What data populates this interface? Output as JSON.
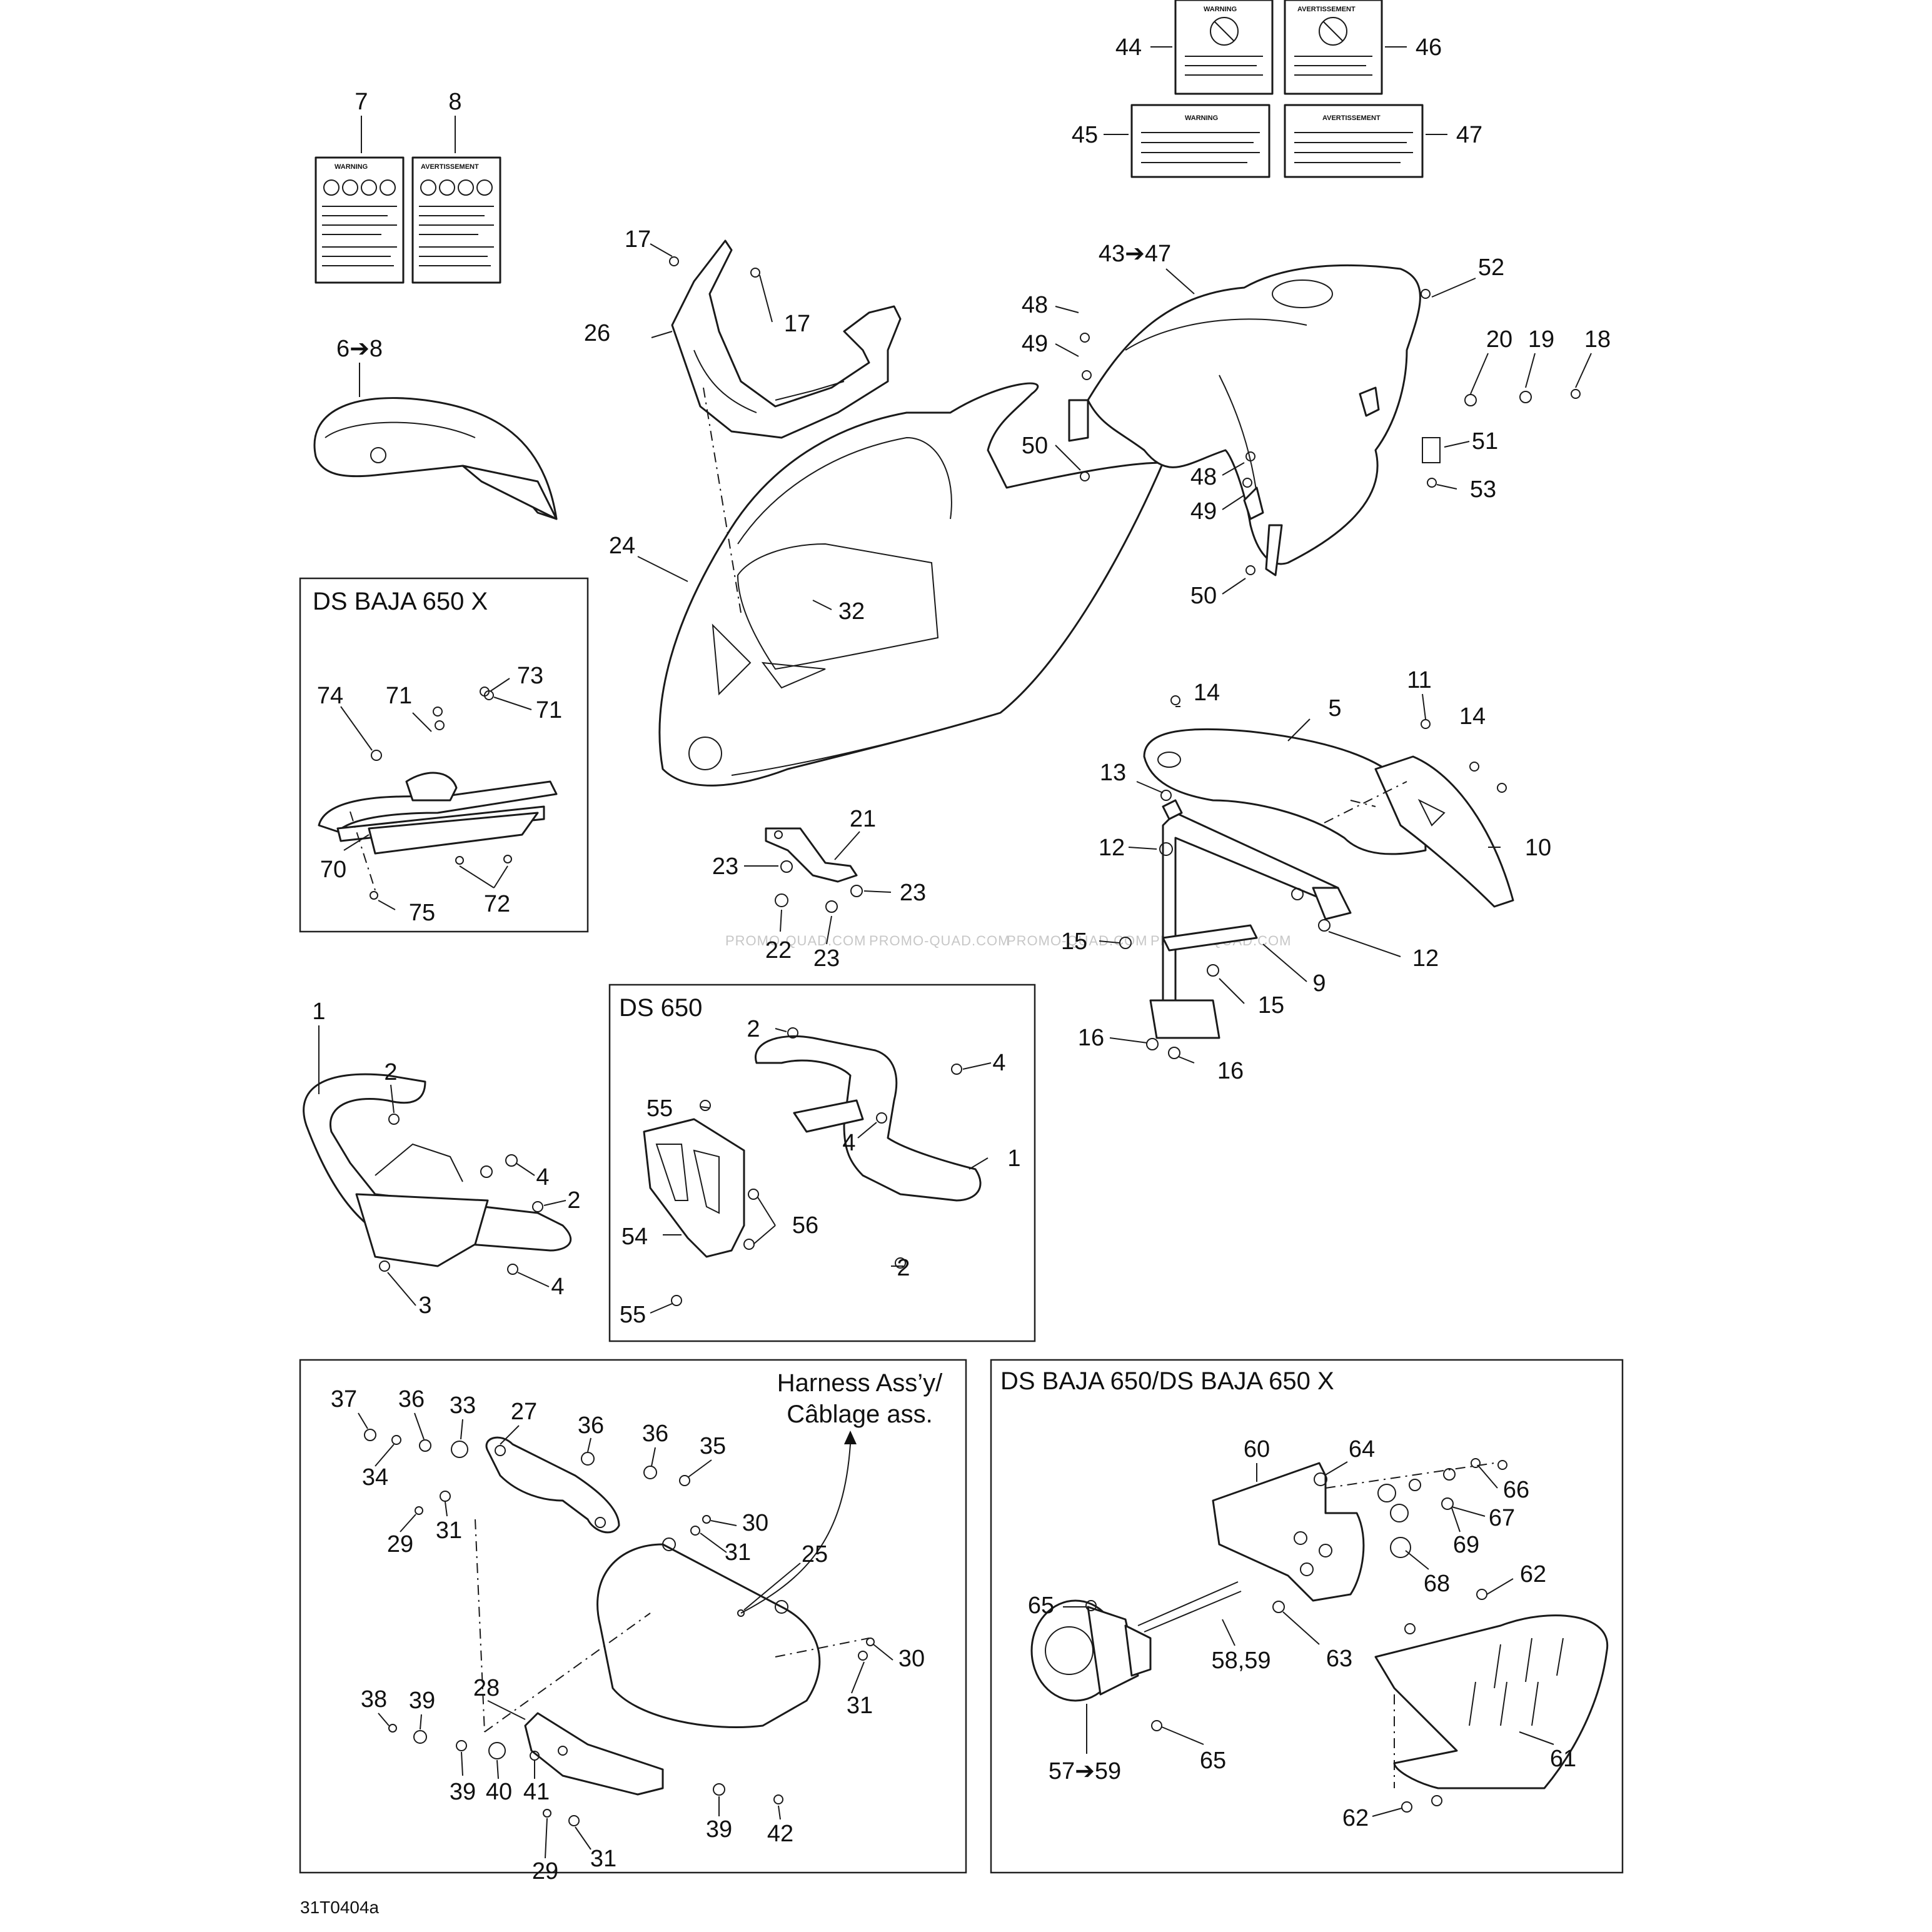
{
  "drawing_code": "31T0404a",
  "watermark": "PROMO-QUAD.COM",
  "labels": [
    {
      "id": "l7",
      "text": "7"
    },
    {
      "id": "l8",
      "text": "8"
    },
    {
      "id": "l6_8",
      "text": "6➔8"
    },
    {
      "id": "l17a",
      "text": "17"
    },
    {
      "id": "l17b",
      "text": "17"
    },
    {
      "id": "l26",
      "text": "26"
    },
    {
      "id": "l24",
      "text": "24"
    },
    {
      "id": "l32",
      "text": "32"
    },
    {
      "id": "l44",
      "text": "44"
    },
    {
      "id": "l46",
      "text": "46"
    },
    {
      "id": "l45",
      "text": "45"
    },
    {
      "id": "l47",
      "text": "47"
    },
    {
      "id": "l43_47",
      "text": "43➔47"
    },
    {
      "id": "l48a",
      "text": "48"
    },
    {
      "id": "l49a",
      "text": "49"
    },
    {
      "id": "l50a",
      "text": "50"
    },
    {
      "id": "l48b",
      "text": "48"
    },
    {
      "id": "l49b",
      "text": "49"
    },
    {
      "id": "l50b",
      "text": "50"
    },
    {
      "id": "l52",
      "text": "52"
    },
    {
      "id": "l20",
      "text": "20"
    },
    {
      "id": "l19",
      "text": "19"
    },
    {
      "id": "l18",
      "text": "18"
    },
    {
      "id": "l51",
      "text": "51"
    },
    {
      "id": "l53",
      "text": "53"
    },
    {
      "id": "l74",
      "text": "74"
    },
    {
      "id": "l71a",
      "text": "71"
    },
    {
      "id": "l73",
      "text": "73"
    },
    {
      "id": "l71b",
      "text": "71"
    },
    {
      "id": "l70",
      "text": "70"
    },
    {
      "id": "l72",
      "text": "72"
    },
    {
      "id": "l75",
      "text": "75"
    },
    {
      "id": "l21",
      "text": "21"
    },
    {
      "id": "l23a",
      "text": "23"
    },
    {
      "id": "l23b",
      "text": "23"
    },
    {
      "id": "l22",
      "text": "22"
    },
    {
      "id": "l23c",
      "text": "23"
    },
    {
      "id": "l14a",
      "text": "14"
    },
    {
      "id": "l5",
      "text": "5"
    },
    {
      "id": "l11",
      "text": "11"
    },
    {
      "id": "l14b",
      "text": "14"
    },
    {
      "id": "l13",
      "text": "13"
    },
    {
      "id": "l12a",
      "text": "12"
    },
    {
      "id": "l10",
      "text": "10"
    },
    {
      "id": "l12b",
      "text": "12"
    },
    {
      "id": "l15a",
      "text": "15"
    },
    {
      "id": "l9",
      "text": "9"
    },
    {
      "id": "l15b",
      "text": "15"
    },
    {
      "id": "l16a",
      "text": "16"
    },
    {
      "id": "l16b",
      "text": "16"
    },
    {
      "id": "l1a",
      "text": "1"
    },
    {
      "id": "l2a",
      "text": "2"
    },
    {
      "id": "l4a",
      "text": "4"
    },
    {
      "id": "l2b",
      "text": "2"
    },
    {
      "id": "l4b",
      "text": "4"
    },
    {
      "id": "l3",
      "text": "3"
    },
    {
      "id": "l2c",
      "text": "2"
    },
    {
      "id": "l4c",
      "text": "4"
    },
    {
      "id": "l55a",
      "text": "55"
    },
    {
      "id": "l4d",
      "text": "4"
    },
    {
      "id": "l1b",
      "text": "1"
    },
    {
      "id": "l54",
      "text": "54"
    },
    {
      "id": "l56",
      "text": "56"
    },
    {
      "id": "l2d",
      "text": "2"
    },
    {
      "id": "l55b",
      "text": "55"
    },
    {
      "id": "l37",
      "text": "37"
    },
    {
      "id": "l36a",
      "text": "36"
    },
    {
      "id": "l33",
      "text": "33"
    },
    {
      "id": "l27",
      "text": "27"
    },
    {
      "id": "l36b",
      "text": "36"
    },
    {
      "id": "l36c",
      "text": "36"
    },
    {
      "id": "l35",
      "text": "35"
    },
    {
      "id": "l34",
      "text": "34"
    },
    {
      "id": "l29a",
      "text": "29"
    },
    {
      "id": "l31a",
      "text": "31"
    },
    {
      "id": "l30a",
      "text": "30"
    },
    {
      "id": "l31b",
      "text": "31"
    },
    {
      "id": "l25",
      "text": "25"
    },
    {
      "id": "l30b",
      "text": "30"
    },
    {
      "id": "l31c",
      "text": "31"
    },
    {
      "id": "l38",
      "text": "38"
    },
    {
      "id": "l39a",
      "text": "39"
    },
    {
      "id": "l28",
      "text": "28"
    },
    {
      "id": "l39b",
      "text": "39"
    },
    {
      "id": "l40",
      "text": "40"
    },
    {
      "id": "l41",
      "text": "41"
    },
    {
      "id": "l39c",
      "text": "39"
    },
    {
      "id": "l42",
      "text": "42"
    },
    {
      "id": "l31d",
      "text": "31"
    },
    {
      "id": "l29b",
      "text": "29"
    },
    {
      "id": "l60",
      "text": "60"
    },
    {
      "id": "l64",
      "text": "64"
    },
    {
      "id": "l66",
      "text": "66"
    },
    {
      "id": "l67",
      "text": "67"
    },
    {
      "id": "l69",
      "text": "69"
    },
    {
      "id": "l68",
      "text": "68"
    },
    {
      "id": "l62a",
      "text": "62"
    },
    {
      "id": "l65a",
      "text": "65"
    },
    {
      "id": "l58_59",
      "text": "58,59"
    },
    {
      "id": "l63",
      "text": "63"
    },
    {
      "id": "l65b",
      "text": "65"
    },
    {
      "id": "l61",
      "text": "61"
    },
    {
      "id": "l57_59",
      "text": "57➔59"
    },
    {
      "id": "l62b",
      "text": "62"
    }
  ],
  "boxes": {
    "baja_x": "DS BAJA 650 X",
    "ds650": "DS 650",
    "baja_both": "DS BAJA 650/DS BAJA 650 X"
  },
  "harness_note": [
    "Harness Ass’y/",
    "Câblage ass."
  ],
  "decals": {
    "warning": "WARNING",
    "avertissement": "AVERTISSEMENT"
  }
}
